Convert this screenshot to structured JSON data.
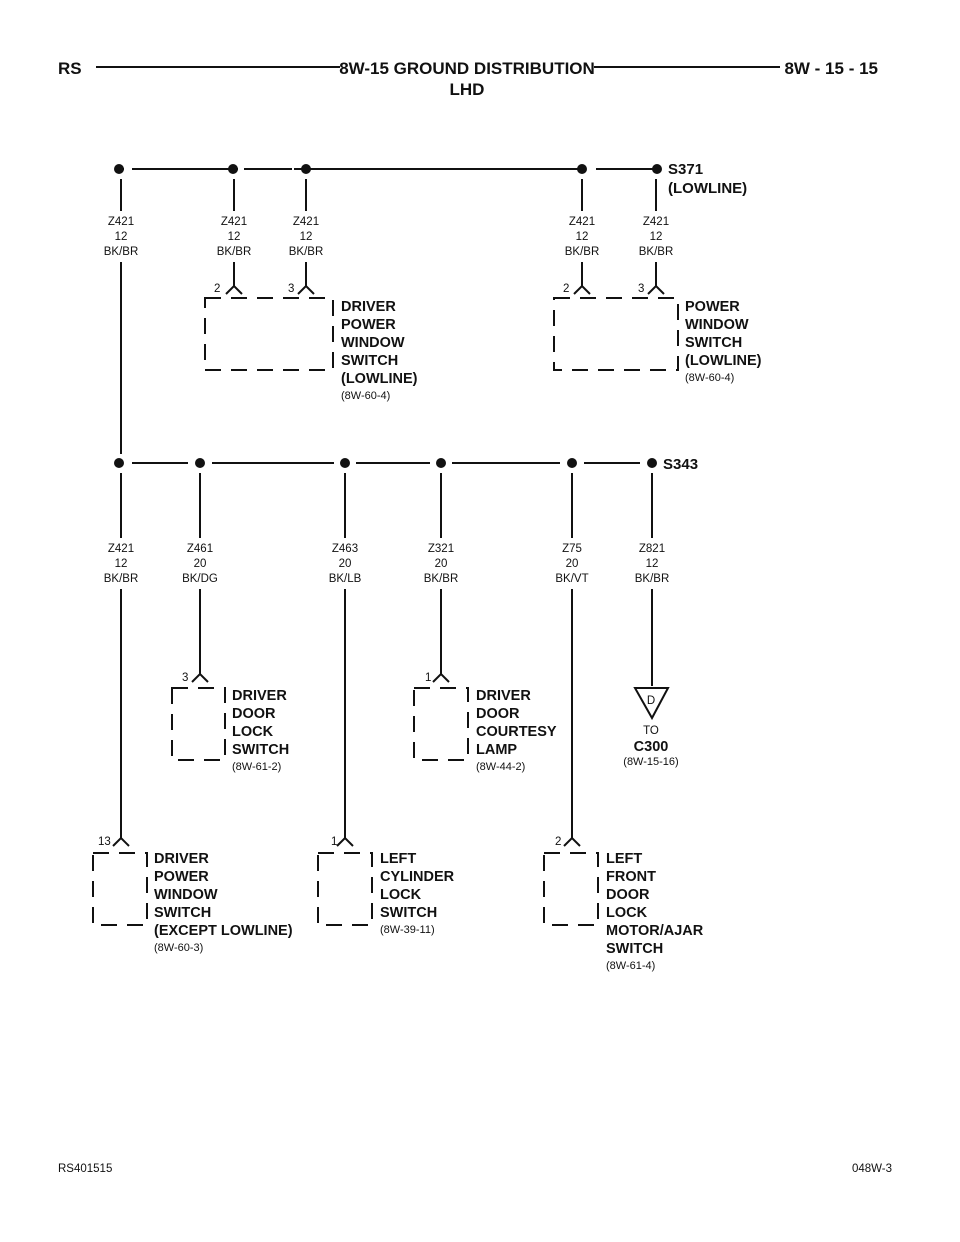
{
  "header": {
    "left": "RS",
    "title": "8W-15 GROUND DISTRIBUTION",
    "subtitle": "LHD",
    "right": "8W - 15 - 15"
  },
  "footer": {
    "left": "RS401515",
    "right": "048W-3"
  },
  "splices": {
    "s371": {
      "name": "S371",
      "qualifier": "(LOWLINE)"
    },
    "s343": {
      "name": "S343"
    }
  },
  "wires": {
    "top1": {
      "circuit": "Z421",
      "gauge": "12",
      "color": "BK/BR"
    },
    "top2": {
      "circuit": "Z421",
      "gauge": "12",
      "color": "BK/BR"
    },
    "top3": {
      "circuit": "Z421",
      "gauge": "12",
      "color": "BK/BR"
    },
    "top4": {
      "circuit": "Z421",
      "gauge": "12",
      "color": "BK/BR"
    },
    "top5": {
      "circuit": "Z421",
      "gauge": "12",
      "color": "BK/BR"
    },
    "mid1": {
      "circuit": "Z421",
      "gauge": "12",
      "color": "BK/BR"
    },
    "mid2": {
      "circuit": "Z461",
      "gauge": "20",
      "color": "BK/DG"
    },
    "mid3": {
      "circuit": "Z463",
      "gauge": "20",
      "color": "BK/LB"
    },
    "mid4": {
      "circuit": "Z321",
      "gauge": "20",
      "color": "BK/BR"
    },
    "mid5": {
      "circuit": "Z75",
      "gauge": "20",
      "color": "BK/VT"
    },
    "mid6": {
      "circuit": "Z821",
      "gauge": "12",
      "color": "BK/BR"
    }
  },
  "components": {
    "driver_pws_lowline": {
      "pins": [
        "2",
        "3"
      ],
      "lines": [
        "DRIVER",
        "POWER",
        "WINDOW",
        "SWITCH",
        "(LOWLINE)"
      ],
      "ref": "(8W-60-4)"
    },
    "pws_lowline": {
      "pins": [
        "2",
        "3"
      ],
      "lines": [
        "POWER",
        "WINDOW",
        "SWITCH",
        "(LOWLINE)"
      ],
      "ref": "(8W-60-4)"
    },
    "driver_door_lock": {
      "pins": [
        "3"
      ],
      "lines": [
        "DRIVER",
        "DOOR",
        "LOCK",
        "SWITCH"
      ],
      "ref": "(8W-61-2)"
    },
    "driver_courtesy": {
      "pins": [
        "1"
      ],
      "lines": [
        "DRIVER",
        "DOOR",
        "COURTESY",
        "LAMP"
      ],
      "ref": "(8W-44-2)"
    },
    "driver_pws_except": {
      "pins": [
        "13"
      ],
      "lines": [
        "DRIVER",
        "POWER",
        "WINDOW",
        "SWITCH",
        "(EXCEPT LOWLINE)"
      ],
      "ref": "(8W-60-3)"
    },
    "left_cyl_lock": {
      "pins": [
        "1"
      ],
      "lines": [
        "LEFT",
        "CYLINDER",
        "LOCK",
        "SWITCH"
      ],
      "ref": "(8W-39-11)"
    },
    "lf_door_ajar": {
      "pins": [
        "2"
      ],
      "lines": [
        "LEFT",
        "FRONT",
        "DOOR",
        "LOCK",
        "MOTOR/AJAR",
        "SWITCH"
      ],
      "ref": "(8W-61-4)"
    }
  },
  "connector_c300": {
    "letter": "D",
    "to": "TO",
    "name": "C300",
    "ref": "(8W-15-16)"
  }
}
